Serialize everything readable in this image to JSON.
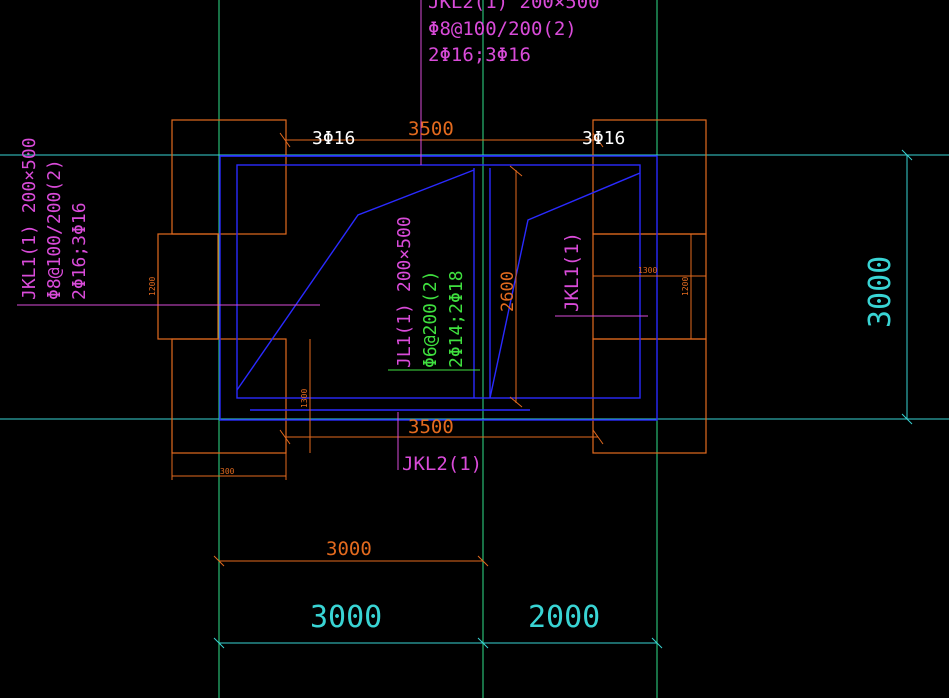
{
  "colors": {
    "background": "#000000",
    "grid_axis": "#2fe08a",
    "grid_axis_cyan": "#39d4d4",
    "column_outline": "#e36a1e",
    "beam_outline": "#2a2aff",
    "beam_label_magenta": "#d94bd9",
    "beam_label_green": "#3fe03f",
    "dimension_orange": "#e36a1e",
    "dimension_cyan": "#39d4d4",
    "text_white": "#ffffff"
  },
  "labels": {
    "jkl2_top_line1": "JKL2(1) 200×500",
    "jkl2_top_line2": "Φ8@100/200(2)",
    "jkl2_top_line3": "2Φ16;3Φ16",
    "jkl1_left_line1": "JKL1(1) 200×500",
    "jkl1_left_line2": "Φ8@100/200(2)",
    "jkl1_left_line3": "2Φ16;3Φ16",
    "jl1_line1": "JL1(1) 200×500",
    "jl1_line2": "Φ6@200(2)",
    "jl1_line3": "2Φ14;2Φ18",
    "jkl1_right": "JKL1(1)",
    "jkl2_bottom": "JKL2(1)",
    "rebar_top_left": "3Φ16",
    "rebar_top_right": "3Φ16"
  },
  "dimensions": {
    "top_span": "3500",
    "bottom_span": "3500",
    "inner_height": "2600",
    "right_overall": "3000",
    "left_small": "1200",
    "right_small_v": "1200",
    "right_small_h": "1300",
    "left_small_v": "1300",
    "left_bottom_h": "300",
    "bay_orange": "3000",
    "bay1": "3000",
    "bay2": "2000"
  }
}
